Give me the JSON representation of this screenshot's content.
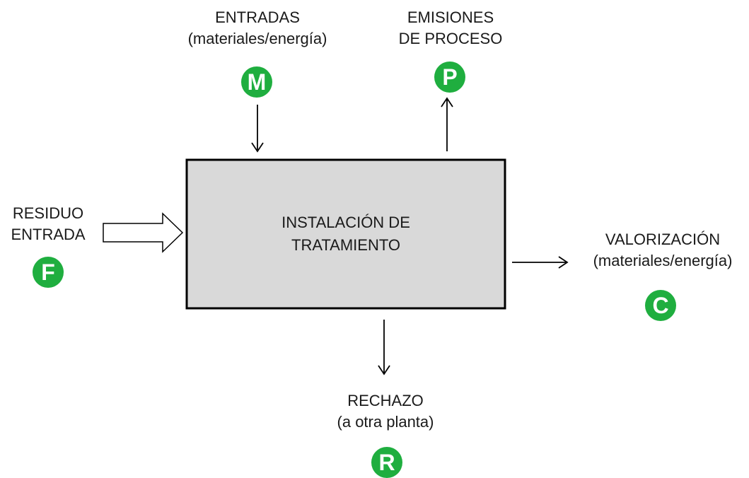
{
  "colors": {
    "badge": "#1fae3f",
    "box_fill": "#d9d9d9",
    "stroke": "#000000"
  },
  "box": {
    "line1": "INSTALACIÓN DE",
    "line2": "TRATAMIENTO"
  },
  "inputs": {
    "line1": "ENTRADAS",
    "line2": "(materiales/energía)",
    "badge": "M"
  },
  "emissions": {
    "line1": "EMISIONES",
    "line2": "DE PROCESO",
    "badge": "P"
  },
  "waste_input": {
    "line1": "RESIDUO",
    "line2": "ENTRADA",
    "badge": "F"
  },
  "valorization": {
    "line1": "VALORIZACIÓN",
    "line2": "(materiales/energía)",
    "badge": "C"
  },
  "rejection": {
    "line1": "RECHAZO",
    "line2": "(a otra planta)",
    "badge": "R"
  }
}
